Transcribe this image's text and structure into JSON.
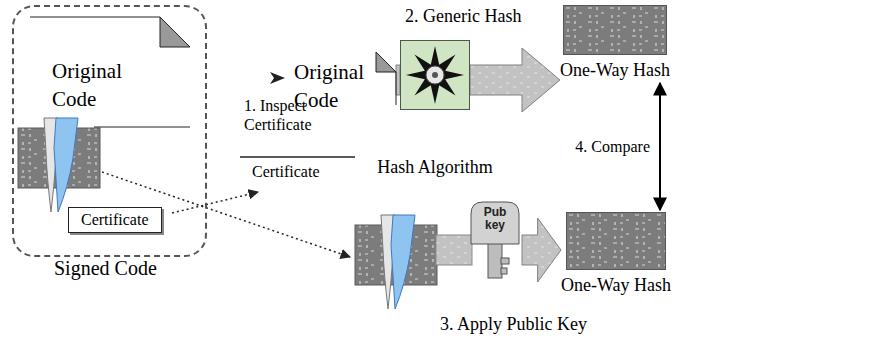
{
  "diagram": {
    "nodes": [
      {
        "text": [
          "Signed Code"
        ]
      },
      {
        "text": [
          "Original Code"
        ],
        "in": 0
      },
      {
        "text": [
          "Certificate"
        ],
        "in": 0
      },
      {
        "text": [
          "Original Code"
        ]
      },
      {
        "text": [
          "Hash Algorithm"
        ]
      },
      {
        "text": [
          "One-Way Hash"
        ]
      },
      {
        "text": [
          "Pub key"
        ]
      },
      {
        "text": [
          "One-Way Hash"
        ]
      }
    ],
    "edges": [
      {
        "from": 3,
        "to": 4,
        "arrow": "none"
      },
      {
        "from": 4,
        "to": 5,
        "arrow": "to"
      },
      {
        "from": 6,
        "to": 7,
        "arrow": "to"
      },
      {
        "from": 5,
        "to": 7,
        "label": "4. Compare",
        "arrow": "both"
      }
    ],
    "labels": [
      "1. Inspect Certificate",
      "Certificate",
      "2. Generic Hash",
      "3. Apply Public Key"
    ]
  }
}
